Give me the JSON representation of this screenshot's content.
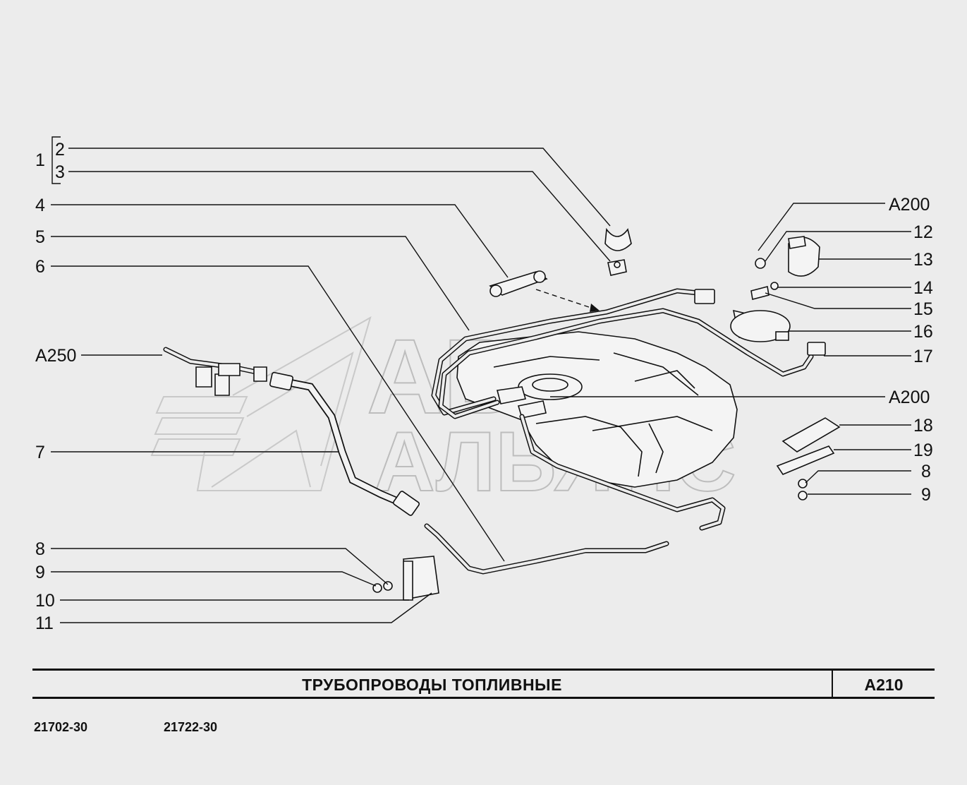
{
  "document": {
    "title": "ТРУБОПРОВОДЫ   ТОПЛИВНЫЕ",
    "code": "А210",
    "models": [
      "21702-30",
      "21722-30"
    ]
  },
  "watermark": {
    "line1": "АВТО",
    "line2": "АЛЬЯНС"
  },
  "labels": {
    "group_1": "1",
    "p2": "2",
    "p3": "3",
    "p4": "4",
    "p5": "5",
    "p6": "6",
    "p7": "7",
    "p8_left": "8",
    "p9_left": "9",
    "p10": "10",
    "p11": "11",
    "a250": "А250",
    "a200_top": "А200",
    "p12": "12",
    "p13": "13",
    "p14": "14",
    "p15": "15",
    "p16": "16",
    "p17": "17",
    "a200_mid": "А200",
    "p18": "18",
    "p19": "19",
    "p8_right": "8",
    "p9_right": "9"
  },
  "colors": {
    "background": "#ececec",
    "ink": "#111111",
    "watermark": "#c9c9c9"
  }
}
